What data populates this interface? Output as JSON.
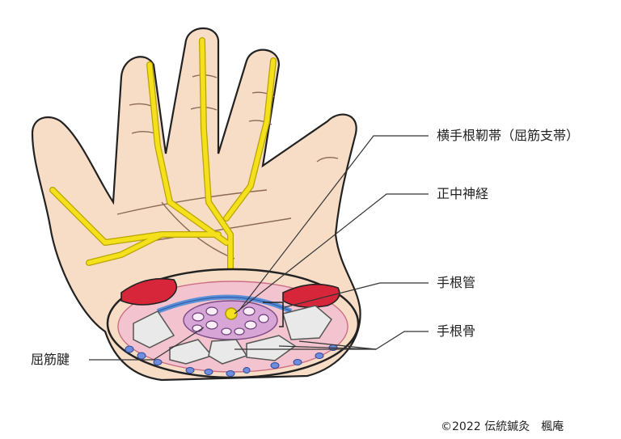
{
  "labels": {
    "transverse_carpal_ligament": "横手根靭帯（屈筋支帯）",
    "median_nerve": "正中神経",
    "carpal_tunnel": "手根管",
    "carpal_bones": "手根骨",
    "flexor_tendons": "屈筋腱"
  },
  "credit": "©2022 伝統鍼灸　楓庵",
  "colors": {
    "skin": "#f7dcc6",
    "skin_shadow": "#efc5a8",
    "nerve": "#f5e11b",
    "nerve_outline": "#c9b600",
    "muscle_red": "#d7263a",
    "section_pink": "#f3c4cf",
    "tunnel_purple": "#d7a6d6",
    "ligament_blue": "#5b8fd6",
    "bone_gray": "#e7e7e7",
    "vessel_blue": "#5a7cd0",
    "leader_line": "#333333"
  }
}
